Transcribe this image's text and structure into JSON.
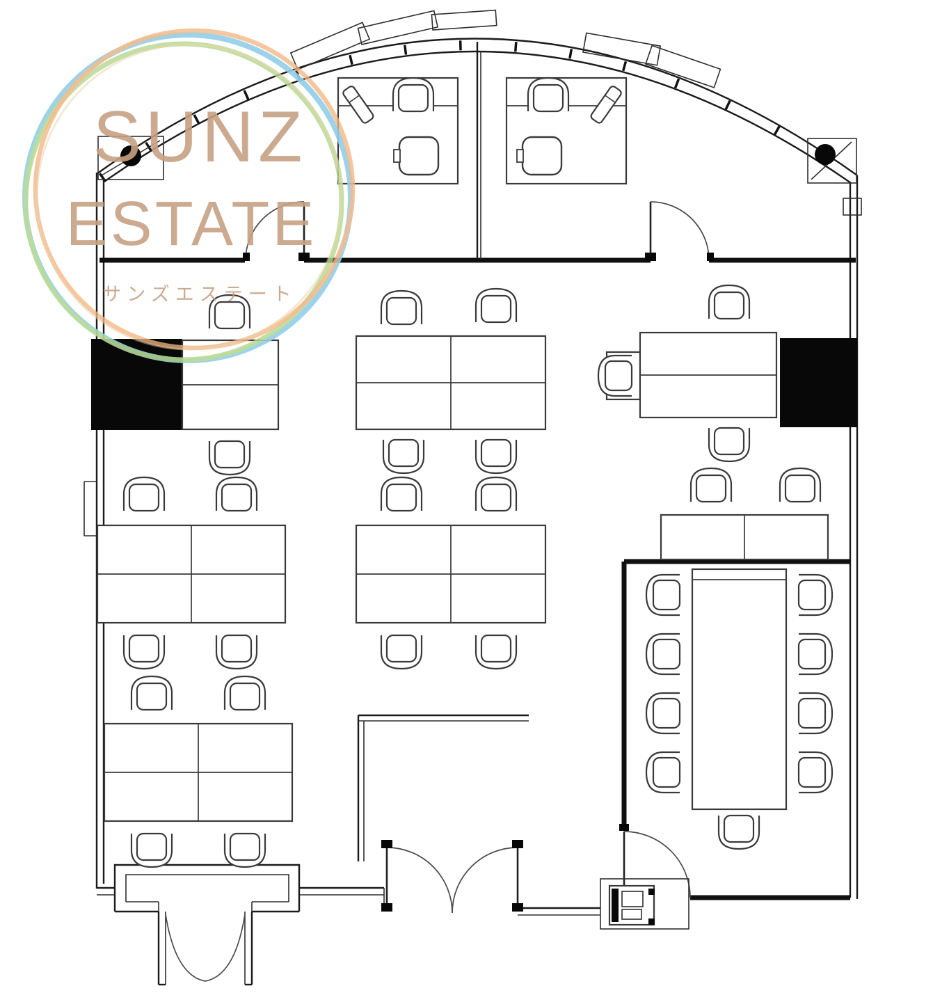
{
  "watermark": {
    "line1": "SUNZ",
    "line2": "ESTATE",
    "subtitle": "サンズエステート",
    "text_color": "#c7a183",
    "ring_colors": {
      "blue": "#92cfe9",
      "green": "#b6d88e",
      "orange": "#f3b580",
      "tan": "#e6d2a6"
    }
  },
  "drawing": {
    "background": "#ffffff",
    "wall_color": "#141414",
    "furniture_color": "#3a3a3a",
    "column_fill": "#080808"
  }
}
